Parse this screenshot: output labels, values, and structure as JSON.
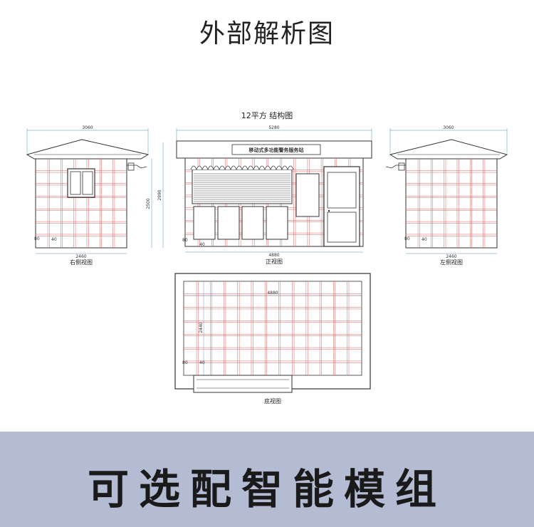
{
  "title": "外部解析图",
  "drawing_title": "12平方 结构图",
  "sign_text": "移动式多功能警务服务站",
  "views": {
    "right_side": "右侧视图",
    "front": "正视图",
    "left_side": "左侧视图",
    "bottom": "底视图"
  },
  "dimensions": {
    "width_3060": "3060",
    "width_5280": "5280",
    "width_2460": "2460",
    "width_4880": "4880",
    "height_2990": "2990",
    "height_2500": "2500",
    "height_2440": "2440",
    "mark_80": "80",
    "mark_40": "40"
  },
  "banner": "可选配智能模组",
  "colors": {
    "grid_red": "#e06060",
    "line_dark": "#333333",
    "dim_blue": "#4a90b0",
    "banner_bg": "#b4bcd4"
  }
}
